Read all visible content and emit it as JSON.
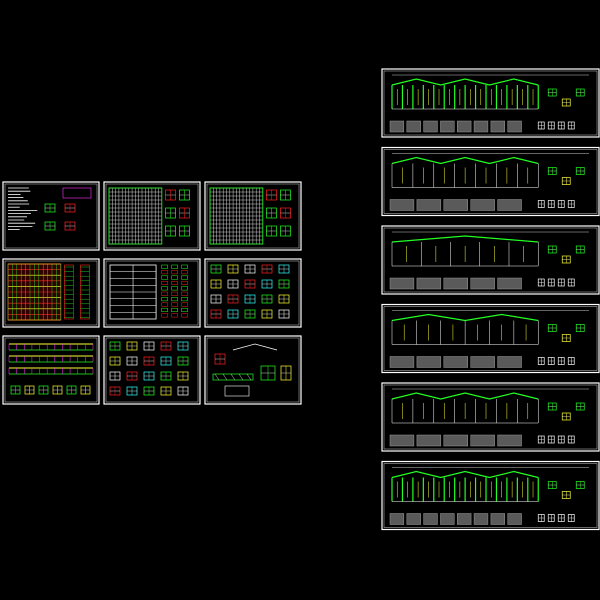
{
  "drawing": {
    "background": "#000000",
    "frame_color": "#ffffff",
    "colors": {
      "green": "#22ff22",
      "yellow": "#ffff33",
      "red": "#ff2222",
      "magenta": "#ff33ff",
      "cyan": "#33ffff",
      "gray": "#9a9a9a",
      "white": "#ffffff"
    },
    "left_sheet_group": {
      "rows": 3,
      "cols": 3,
      "sheets": [
        {
          "kind": "notes"
        },
        {
          "kind": "grid-plan"
        },
        {
          "kind": "grid-plan"
        },
        {
          "kind": "red-plan"
        },
        {
          "kind": "beam-plan"
        },
        {
          "kind": "details"
        },
        {
          "kind": "elevation-strip"
        },
        {
          "kind": "details"
        },
        {
          "kind": "section-details"
        }
      ]
    },
    "right_sheet_group": {
      "sheets": [
        {
          "kind": "frame-elevation",
          "bays": 14
        },
        {
          "kind": "frame-elevation",
          "bays": 3
        },
        {
          "kind": "frame-elevation",
          "bays": 1
        },
        {
          "kind": "frame-elevation",
          "bays": 2
        },
        {
          "kind": "frame-elevation",
          "bays": 3
        },
        {
          "kind": "frame-elevation",
          "bays": 14
        }
      ]
    }
  }
}
